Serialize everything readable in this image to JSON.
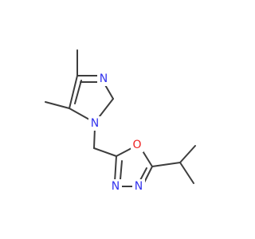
{
  "molecule": {
    "colors": {
      "bond": "#3d3d3d",
      "nitrogen": "#3333ee",
      "oxygen": "#ee2222",
      "background": "#ffffff"
    },
    "atoms": [
      {
        "id": "n-imidazole-3",
        "symbol": "N"
      },
      {
        "id": "n-imidazole-1",
        "symbol": "N"
      },
      {
        "id": "o-oxadiazole",
        "symbol": "O"
      },
      {
        "id": "n-oxadiazole-3",
        "symbol": "N"
      },
      {
        "id": "n-oxadiazole-4",
        "symbol": "N"
      }
    ]
  }
}
